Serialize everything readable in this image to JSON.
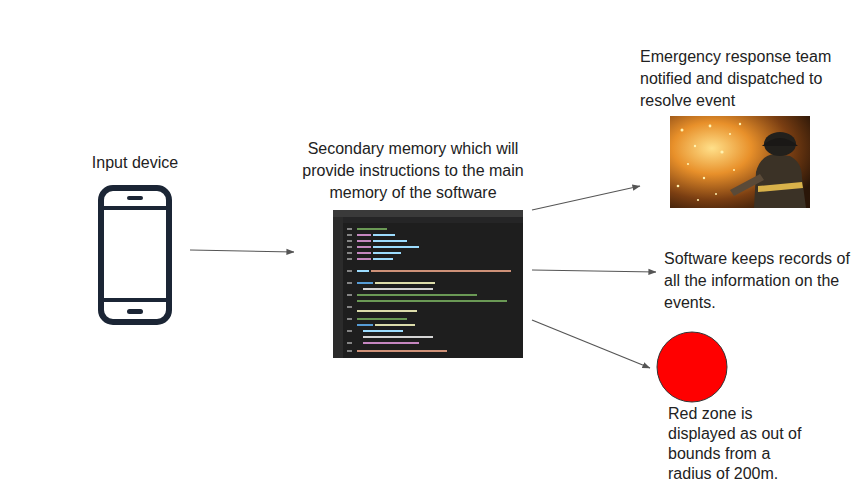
{
  "diagram": {
    "nodes": [
      {
        "text": [
          "Input device"
        ]
      },
      {
        "text": [
          "Secondary memory which will provide instructions to the main memory of the software"
        ]
      },
      {
        "text": [
          "Emergency response team notified and dispatched to resolve event"
        ]
      },
      {
        "text": [
          "Software keeps records of all the information on the events."
        ]
      },
      {
        "text": [
          "Red zone is displayed as out of bounds from a radius of 200m."
        ]
      }
    ],
    "edges": [
      {
        "from": 0,
        "to": 1,
        "arrow": "to"
      },
      {
        "from": 1,
        "to": 2,
        "arrow": "to"
      },
      {
        "from": 1,
        "to": 3,
        "arrow": "to"
      },
      {
        "from": 1,
        "to": 4,
        "arrow": "to"
      }
    ]
  }
}
